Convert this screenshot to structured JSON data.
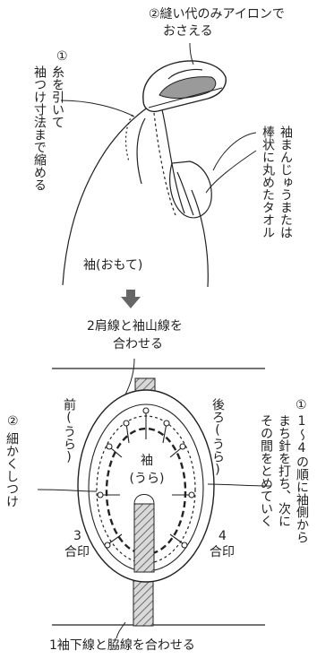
{
  "top": {
    "step2_line1": "②縫い代のみアイロンで",
    "step2_line2": "おさえる",
    "step1_num": "①",
    "step1_col1": "糸を引いて",
    "step1_col2": "袖つけ寸法まで縮める",
    "towel_col1": "袖まんじゅうまたは",
    "towel_col2": "棒状に丸めたタオル",
    "sleeve_label": "袖(おもて)"
  },
  "arrow": "➡",
  "bottom": {
    "align_top_line1": "2肩線と袖山線を",
    "align_top_line2": "合わせる",
    "front_col": "前(うら)",
    "back_col": "後ろ(うら)",
    "baste_num": "②",
    "baste_col": "細かくしつけ",
    "center_1": "袖",
    "center_2": "(うら)",
    "mark3_line1": "3",
    "mark3_line2": "合印",
    "mark4_line1": "4",
    "mark4_line2": "合印",
    "pin_num": "①",
    "pin_col1": "1～4の順に袖側から",
    "pin_col2": "まち針を打ち、次に",
    "pin_col3": "その間をとめていく",
    "align_bottom": "1袖下線と脇線を合わせる"
  }
}
